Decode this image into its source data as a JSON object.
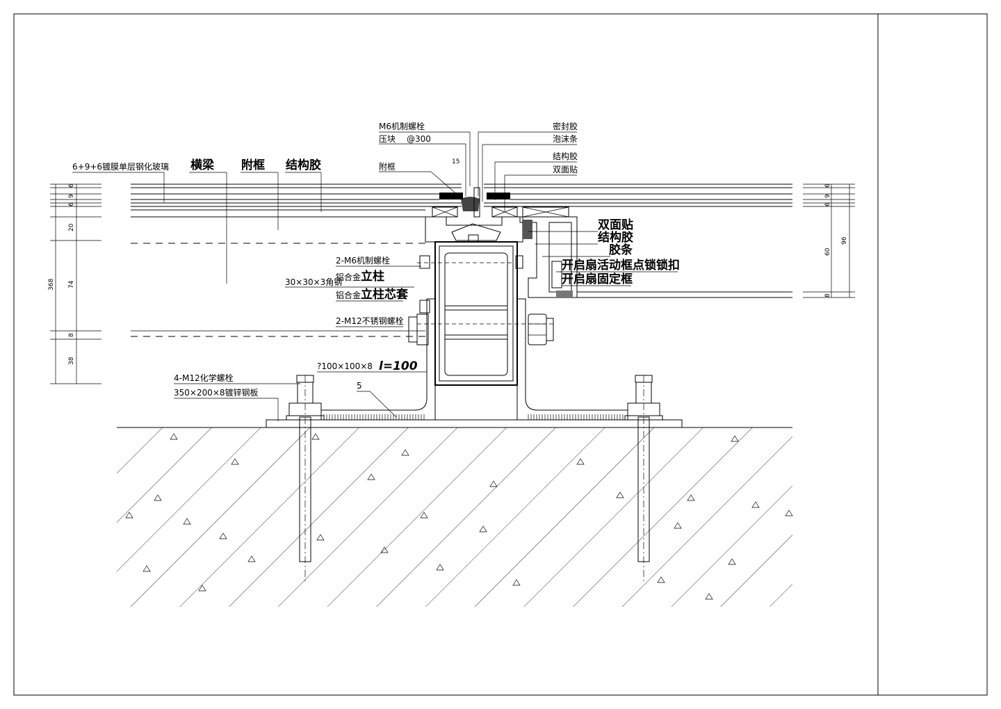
{
  "labels": {
    "m6_bolt": "M6机制螺栓",
    "pressing_block": "压块",
    "spacing": "@300",
    "sealant": "密封胶",
    "foam_strip": "泡沫条",
    "structural_glue_top": "结构胶",
    "double_tape_top": "双面贴",
    "sub_frame_top": "附框",
    "glass": "6+9+6镀膜单层钢化玻璃",
    "transom": "横梁",
    "sub_frame": "附框",
    "structural_glue": "结构胶",
    "double_tape_right": "双面贴",
    "structural_glue_right": "结构胶",
    "rubber_strip": "胶条",
    "sash_lock": "开启扇活动框点锁锁扣",
    "sash_fixed": "开启扇固定框",
    "bolt_2m6": "2-M6机制螺栓",
    "angle_30": "30×30×3角钢",
    "alu_mullion_prefix": "铝合金",
    "alu_mullion": "立柱",
    "alu_core_prefix": "铝合金",
    "alu_core": "立柱芯套",
    "bolt_2m12": "2-M12不锈钢螺栓",
    "angle_100": "?100×100×8",
    "angle_len": "l=100",
    "weld": "5",
    "chem_bolt": "4-M12化学螺栓",
    "base_plate": "350×200×8镀锌钢板"
  },
  "dims": {
    "left_6a": "6",
    "left_9": "9",
    "left_6b": "6",
    "left_20": "20",
    "left_74": "74",
    "left_8": "8",
    "left_38": "38",
    "left_total": "368",
    "right_6a": "6",
    "right_9": "9",
    "right_6b": "6",
    "right_60": "60",
    "right_8": "8",
    "right_total": "96",
    "angle_15": "15"
  }
}
